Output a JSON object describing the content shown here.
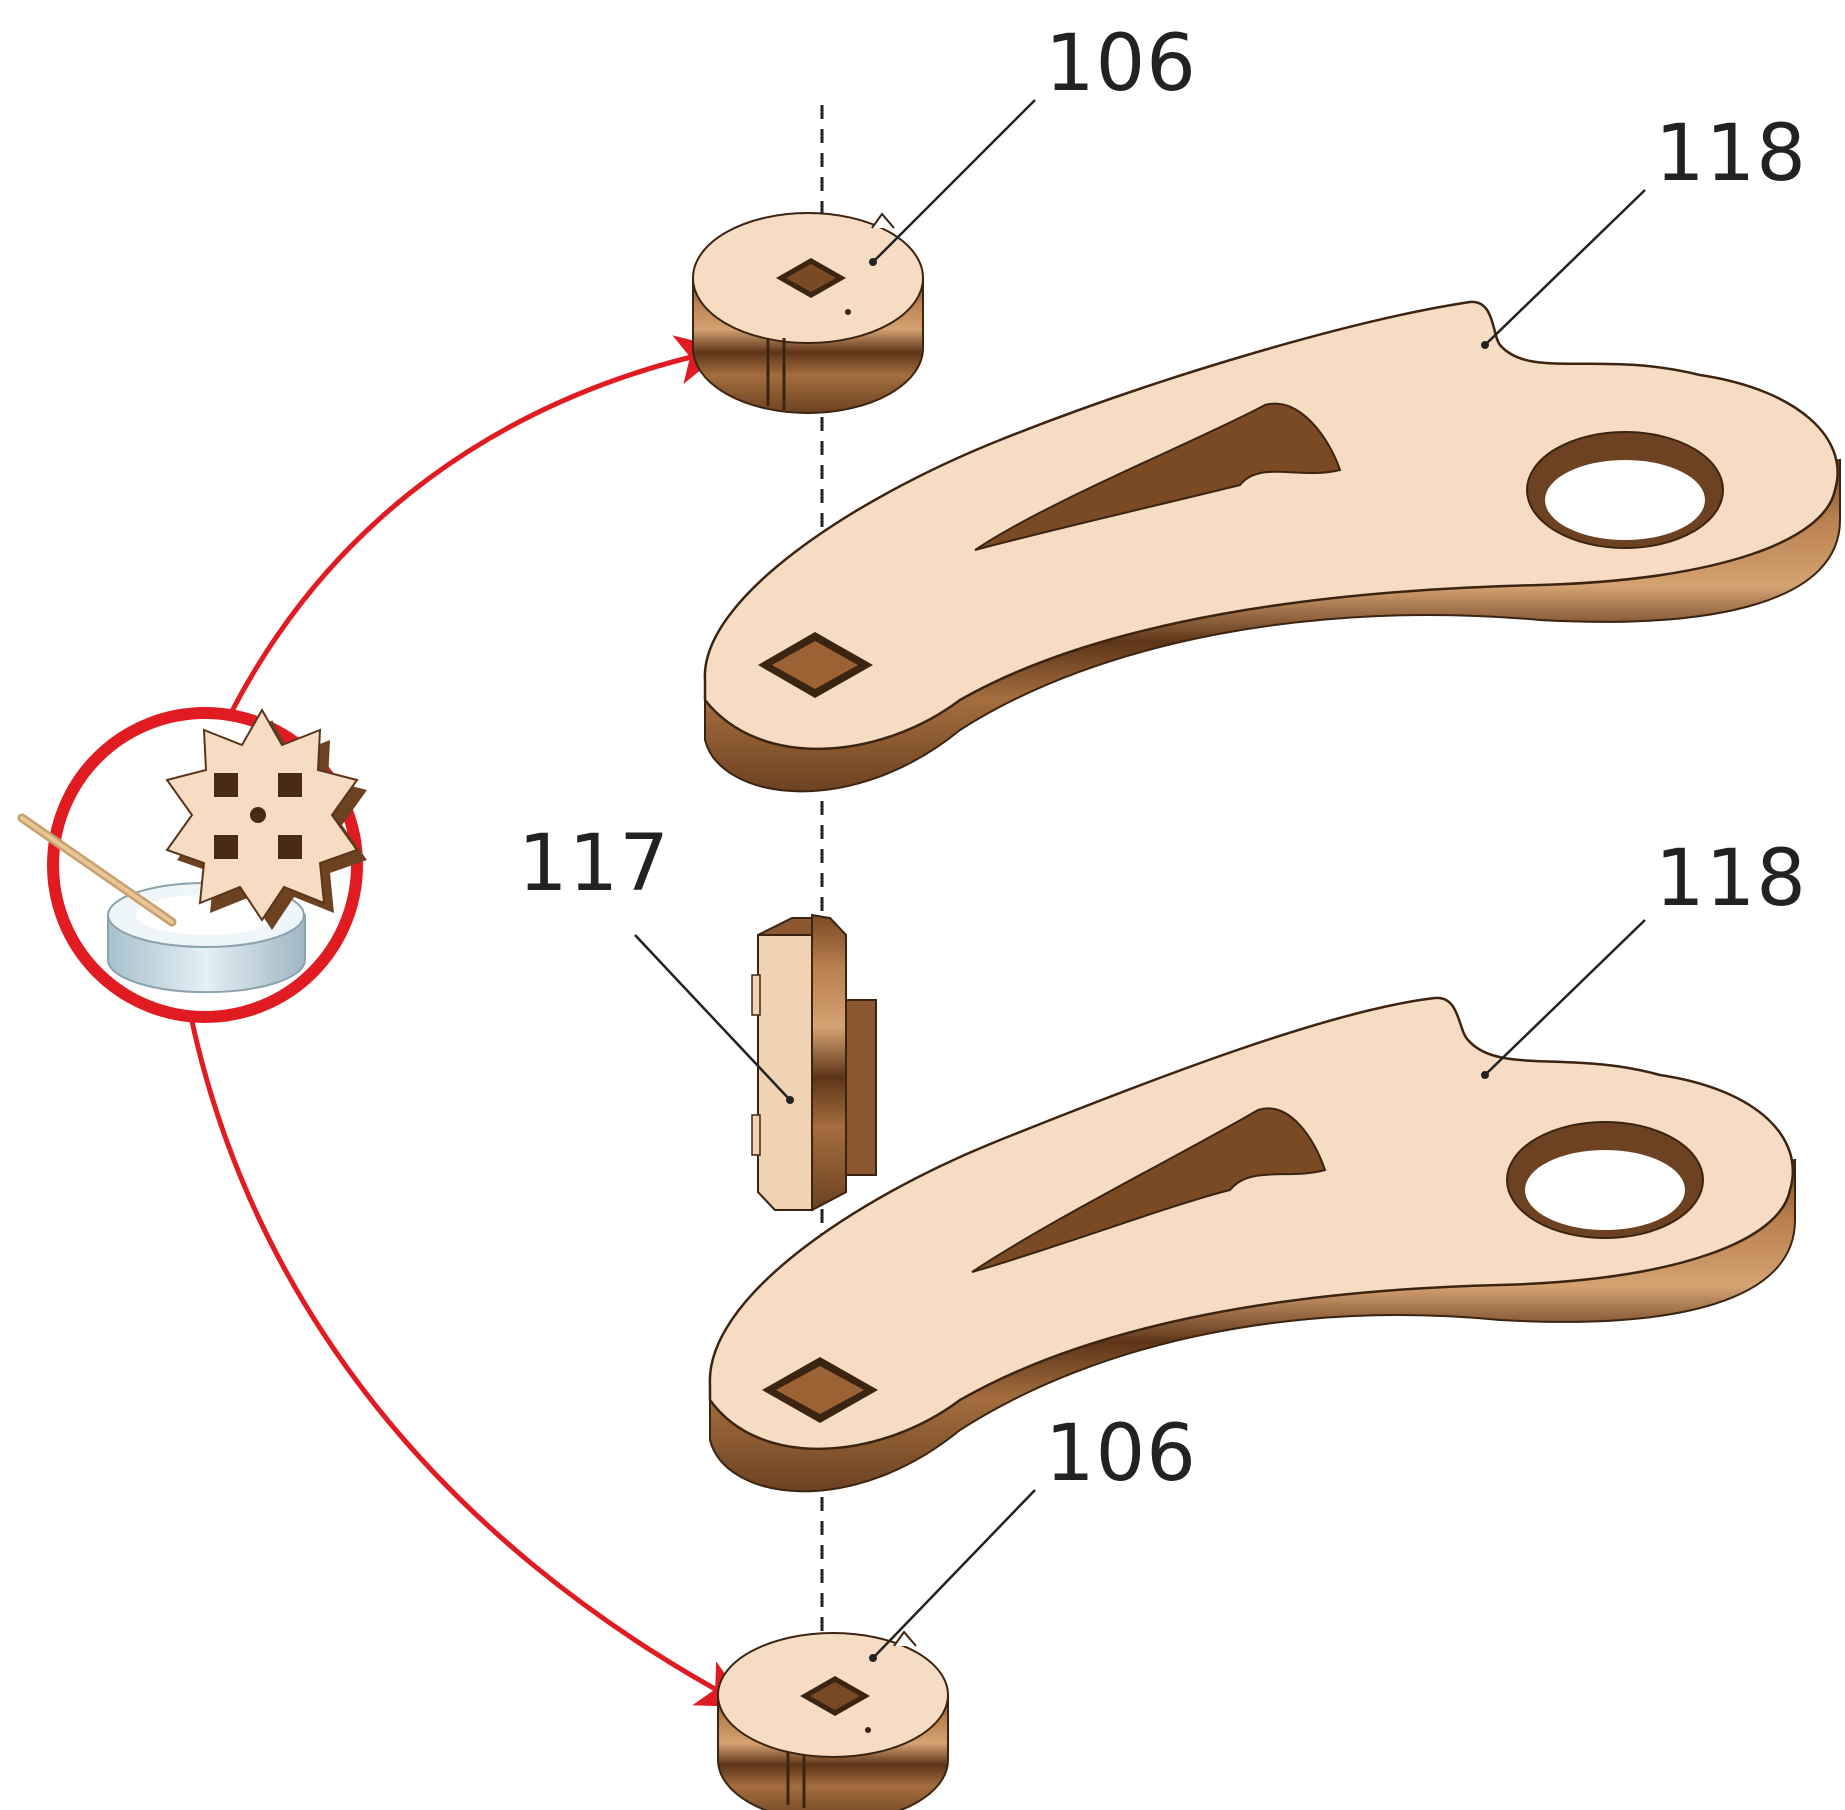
{
  "labels": {
    "top_disc": "106",
    "upper_arm": "118",
    "connector": "117",
    "lower_arm": "118",
    "bottom_disc": "106"
  },
  "colors": {
    "wood_face": "#f6dcc3",
    "wood_light": "#e9c6a3",
    "ply_mid": "#b8814f",
    "ply_dark": "#6d4222",
    "ply_darkest": "#4a2a14",
    "arrow_red": "#e01b22",
    "wax_body": "#cfe0e8"
  },
  "icons": {
    "glue_step": "wax-candle-with-gear-icon",
    "arrows": "red-curved-arrow-icon"
  }
}
